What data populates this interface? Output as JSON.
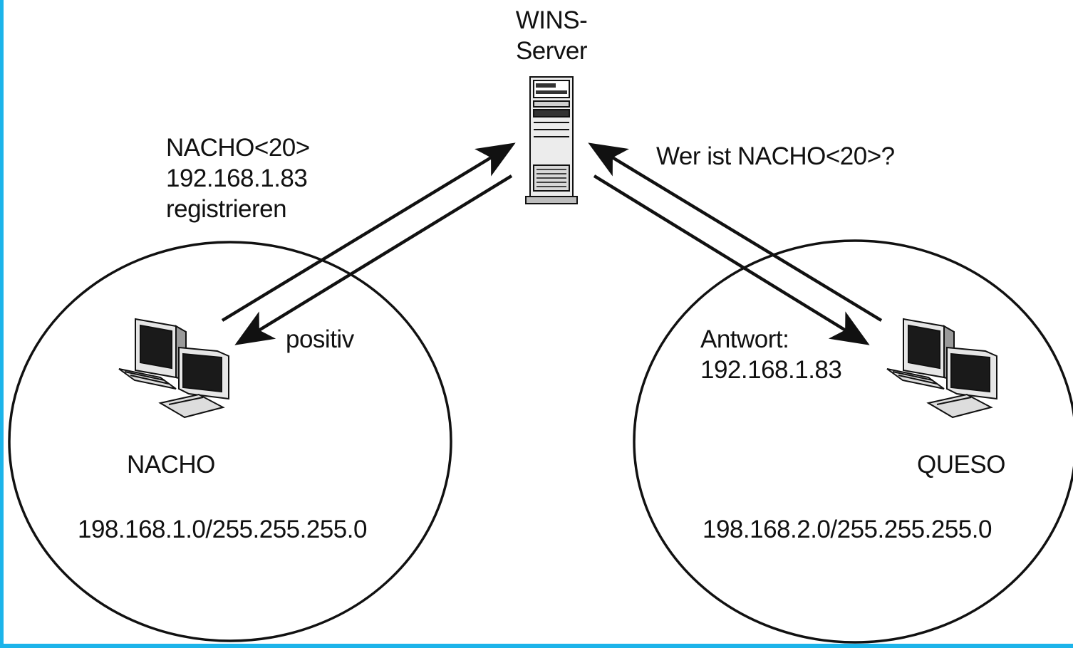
{
  "colors": {
    "background": "#ffffff",
    "frame_accent": "#1cb4ea",
    "ink": "#111111"
  },
  "server": {
    "label_lines": [
      "WINS-",
      "Server"
    ],
    "icon": "server-tower-icon"
  },
  "left_network": {
    "host_name": "NACHO",
    "subnet": "198.168.1.0/255.255.255.0",
    "icon": "workstation-icon"
  },
  "right_network": {
    "host_name": "QUESO",
    "subnet": "198.168.2.0/255.255.255.0",
    "icon": "workstation-icon"
  },
  "messages": {
    "register_lines": [
      "NACHO<20>",
      "192.168.1.83",
      "registrieren"
    ],
    "positive": "positiv",
    "query": "Wer ist NACHO<20>?",
    "answer_lines": [
      "Antwort:",
      "192.168.1.83"
    ]
  }
}
